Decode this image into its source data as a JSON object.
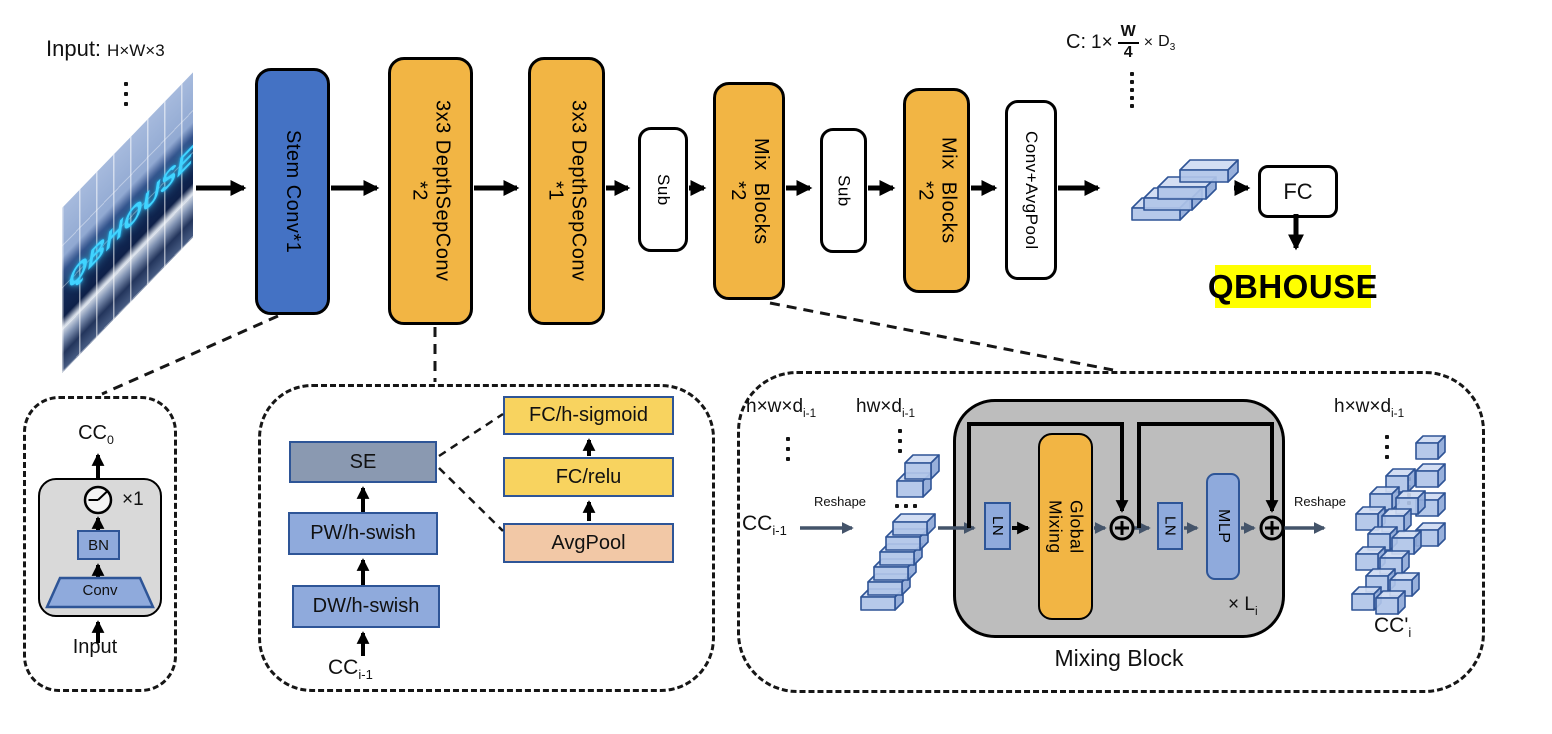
{
  "colors": {
    "blue_block": "#4472C4",
    "orange_block": "#F2B544",
    "yellow_box": "#F8D35F",
    "peach_box": "#F2C8A6",
    "slate_box": "#8A99B1",
    "light_blue_box": "#8FAADC",
    "gray_panel": "#BDBDBD",
    "gray_inner": "#D9D9D9",
    "highlight_yellow": "#FFFF00",
    "cube_edge": "#2F5496",
    "cube_fill": "#B0C4E8",
    "neon_text": "#40D4FF"
  },
  "header": {
    "input_label": "Input:",
    "input_dims": "H×W×3",
    "output_c": "C:",
    "output_1x": "1×",
    "frac_w": "W",
    "frac_4": "4",
    "output_xd": "×",
    "output_d": "D",
    "output_d_sub": "3"
  },
  "input_image": {
    "text": "QBHOUSE"
  },
  "pipeline": {
    "stem": {
      "label": "Stem Conv*1"
    },
    "ds1": {
      "label": "3x3 DepthSepConv",
      "mult": "*2"
    },
    "ds2": {
      "label": "3x3 DepthSepConv",
      "mult": "*1"
    },
    "sub1": {
      "label": "Sub"
    },
    "mix1": {
      "label": "Mix  Blocks",
      "mult": "*2"
    },
    "sub2": {
      "label": "Sub"
    },
    "mix2": {
      "label": "Mix  Blocks",
      "mult": "*2"
    },
    "conv_avgpool": {
      "label": "Conv+AvgPool"
    },
    "fc": {
      "label": "FC"
    },
    "result": {
      "text": "QBHOUSE"
    }
  },
  "stem_detail": {
    "cc": "CC",
    "cc_sub": "0",
    "mult": "×1",
    "bn": "BN",
    "conv": "Conv",
    "input": "Input"
  },
  "depthsep_detail": {
    "se": "SE",
    "pw": "PW/h-swish",
    "dw": "DW/h-swish",
    "cc": "CC",
    "cc_sub": "i-1",
    "fc_hsigmoid": "FC/h-sigmoid",
    "fc_relu": "FC/relu",
    "avgpool": "AvgPool"
  },
  "mixing_detail": {
    "dim_left": "h×w×d",
    "dim_left_sub": "i-1",
    "dim_mid": "hw×d",
    "dim_mid_sub": "i-1",
    "cc_in": "CC",
    "cc_in_sub": "i-1",
    "reshape_in": "Reshape",
    "ln1": "LN",
    "global1": "Global",
    "global2": "Mixing",
    "ln2": "LN",
    "mlp": "MLP",
    "reshape_out": "Reshape",
    "times_l": "× L",
    "times_l_sub": "i",
    "title": "Mixing Block",
    "dim_right": "h×w×d",
    "dim_right_sub": "i-1",
    "cc_out": "CC'",
    "cc_out_sub": "i"
  }
}
